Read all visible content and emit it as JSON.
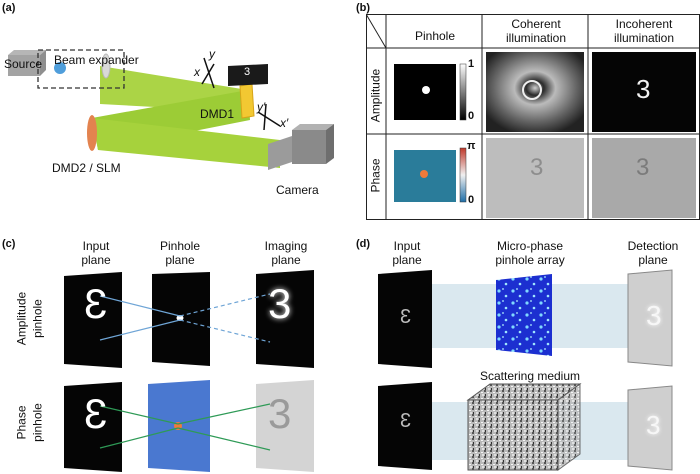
{
  "panels": {
    "a": {
      "label": "(a)",
      "source": "Source",
      "beam_expander": "Beam expander",
      "dmd1": "DMD1",
      "dmd2": "DMD2 / SLM",
      "camera": "Camera",
      "axis_x": "x",
      "axis_y": "y",
      "axis_xp": "x′",
      "axis_yp": "y′",
      "object_digit": "3"
    },
    "b": {
      "label": "(b)",
      "col_pinhole": "Pinhole",
      "col_coherent_1": "Coherent",
      "col_coherent_2": "illumination",
      "col_incoherent_1": "Incoherent",
      "col_incoherent_2": "illumination",
      "row_amplitude": "Amplitude",
      "row_phase": "Phase",
      "amp_scale_max": "1",
      "amp_scale_min": "0",
      "phase_scale_max": "π",
      "phase_scale_min": "0",
      "digit": "3"
    },
    "c": {
      "label": "(c)",
      "input_1": "Input",
      "input_2": "plane",
      "pinhole_1": "Pinhole",
      "pinhole_2": "plane",
      "imaging_1": "Imaging",
      "imaging_2": "plane",
      "row_amp_1": "Amplitude",
      "row_amp_2": "pinhole",
      "row_phase_1": "Phase",
      "row_phase_2": "pinhole",
      "digit": "3"
    },
    "d": {
      "label": "(d)",
      "input_1": "Input",
      "input_2": "plane",
      "micro_1": "Micro-phase",
      "micro_2": "pinhole array",
      "detect_1": "Detection",
      "detect_2": "plane",
      "scattering": "Scattering medium",
      "digit": "3"
    }
  },
  "colors": {
    "beam_green": "#a6d23c",
    "dmd_yellow": "#f2c832",
    "slm_orange": "#e3834f",
    "phase_teal": "#2a7c9a",
    "pinhole_blue": "#4a78d0",
    "pinhole_dot": "#f07a3a",
    "ray_blue": "#6fa5d6",
    "ray_green": "#2e9a56"
  }
}
